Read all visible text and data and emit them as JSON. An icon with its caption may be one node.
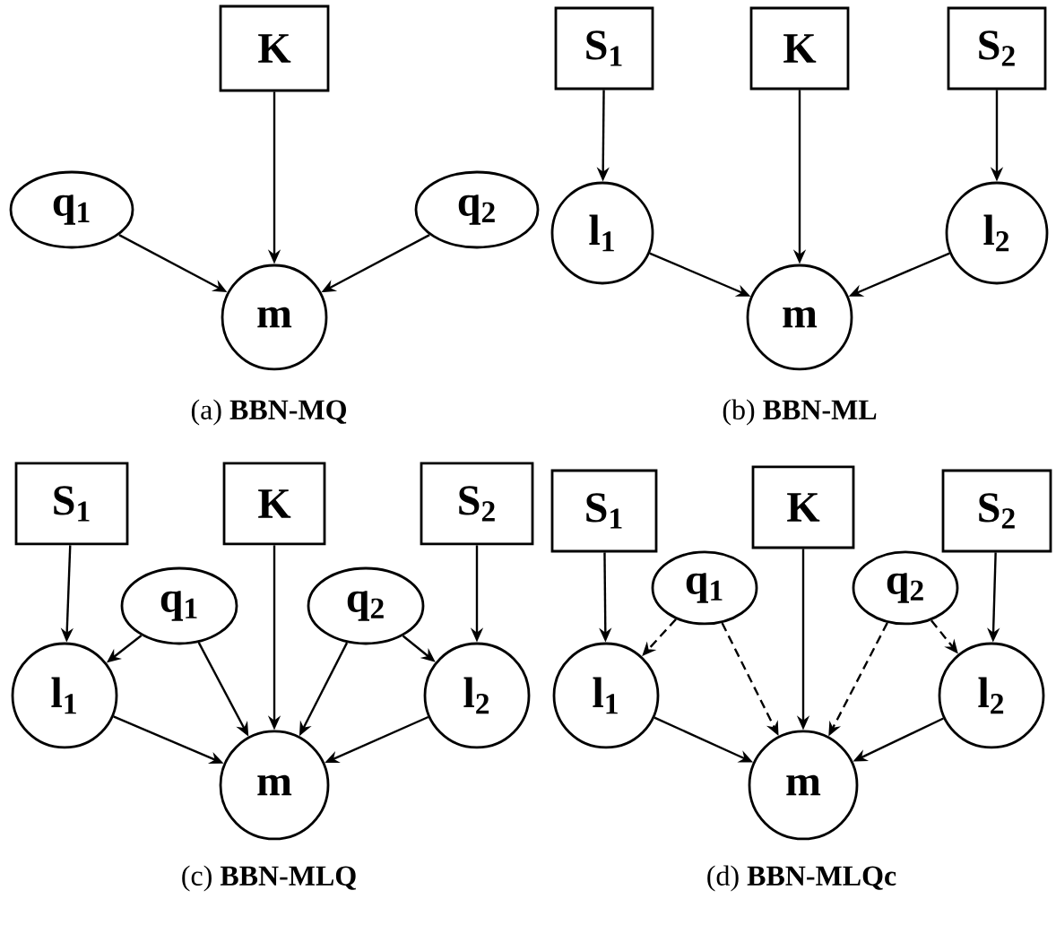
{
  "diagram": {
    "nodes": [
      {
        "text": [
          "K"
        ]
      },
      {
        "text": [
          "q$_{1}$"
        ]
      },
      {
        "text": [
          "q$_{2}$"
        ]
      },
      {
        "text": [
          "m"
        ]
      },
      {
        "text": [
          "S$_{1}$"
        ]
      },
      {
        "text": [
          "K"
        ]
      },
      {
        "text": [
          "S$_{2}$"
        ]
      },
      {
        "text": [
          "l$_{1}$"
        ]
      },
      {
        "text": [
          "l$_{2}$"
        ]
      },
      {
        "text": [
          "m"
        ]
      },
      {
        "text": [
          "S$_{1}$"
        ]
      },
      {
        "text": [
          "K"
        ]
      },
      {
        "text": [
          "S$_{2}$"
        ]
      },
      {
        "text": [
          "q$_{1}$"
        ]
      },
      {
        "text": [
          "q$_{2}$"
        ]
      },
      {
        "text": [
          "l$_{1}$"
        ]
      },
      {
        "text": [
          "l$_{2}$"
        ]
      },
      {
        "text": [
          "m"
        ]
      },
      {
        "text": [
          "S$_{1}$"
        ]
      },
      {
        "text": [
          "K"
        ]
      },
      {
        "text": [
          "S$_{2}$"
        ]
      },
      {
        "text": [
          "q$_{1}$"
        ]
      },
      {
        "text": [
          "q$_{2}$"
        ]
      },
      {
        "text": [
          "l$_{1}$"
        ]
      },
      {
        "text": [
          "l$_{2}$"
        ]
      },
      {
        "text": [
          "m"
        ]
      }
    ],
    "edges": [
      {
        "from": 0,
        "to": 3,
        "arrow": "to"
      },
      {
        "from": 1,
        "to": 3,
        "arrow": "to"
      },
      {
        "from": 2,
        "to": 3,
        "arrow": "to"
      },
      {
        "from": 4,
        "to": 7,
        "arrow": "to"
      },
      {
        "from": 5,
        "to": 9,
        "arrow": "to"
      },
      {
        "from": 6,
        "to": 8,
        "arrow": "to"
      },
      {
        "from": 7,
        "to": 9,
        "arrow": "to"
      },
      {
        "from": 8,
        "to": 9,
        "arrow": "to"
      },
      {
        "from": 10,
        "to": 15,
        "arrow": "to"
      },
      {
        "from": 11,
        "to": 17,
        "arrow": "to"
      },
      {
        "from": 12,
        "to": 16,
        "arrow": "to"
      },
      {
        "from": 13,
        "to": 15,
        "arrow": "to"
      },
      {
        "from": 13,
        "to": 17,
        "arrow": "to"
      },
      {
        "from": 14,
        "to": 17,
        "arrow": "to"
      },
      {
        "from": 14,
        "to": 16,
        "arrow": "to"
      },
      {
        "from": 15,
        "to": 17,
        "arrow": "to"
      },
      {
        "from": 16,
        "to": 17,
        "arrow": "to"
      },
      {
        "from": 18,
        "to": 23,
        "arrow": "to"
      },
      {
        "from": 19,
        "to": 25,
        "arrow": "to"
      },
      {
        "from": 20,
        "to": 24,
        "arrow": "to"
      },
      {
        "from": 21,
        "to": 23,
        "arrow": "to",
        "style": "dashed"
      },
      {
        "from": 21,
        "to": 25,
        "arrow": "to",
        "style": "dashed"
      },
      {
        "from": 22,
        "to": 25,
        "arrow": "to",
        "style": "dashed"
      },
      {
        "from": 22,
        "to": 24,
        "arrow": "to",
        "style": "dashed"
      },
      {
        "from": 23,
        "to": 25,
        "arrow": "to"
      },
      {
        "from": 24,
        "to": 25,
        "arrow": "to"
      }
    ],
    "labels": [
      "(a) **BBN-MQ**",
      "(b) **BBN-ML**",
      "(c) **BBN-MLQ**",
      "(d) **BBN-MLQc**"
    ]
  }
}
